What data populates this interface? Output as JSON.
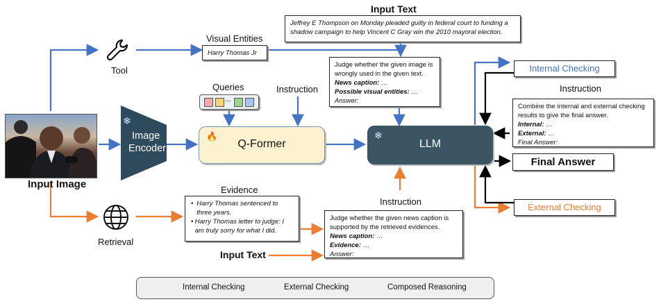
{
  "input_image_label": "Input Image",
  "tool_label": "Tool",
  "retrieval_label": "Retrieval",
  "image_encoder_label": [
    "Image",
    "Encoder"
  ],
  "queries_label": "Queries",
  "qformer_label": "Q-Former",
  "llm_label": "LLM",
  "visual_entities": {
    "title": "Visual Entities",
    "value": "Harry Thomas Jr"
  },
  "input_text_top": {
    "title": "Input Text",
    "text": "Jeffrey E Thompson on Monday pleaded guilty in federal court to funding a shadow campaign to help Vincent C Gray win the 2010 mayoral election."
  },
  "instruction_internal": {
    "title": "Instruction",
    "text": "Judge whether the given image is wrongly used in the given text.",
    "field1": "News caption",
    "field2": "Possible visual entities",
    "answer": "Answer:"
  },
  "evidence": {
    "title": "Evidence",
    "items": [
      "Harry Thomas sentenced to three years.",
      "Harry Thomas letter to judge: I am truly sorry for what I did."
    ]
  },
  "instruction_external": {
    "title": "Instruction",
    "text": "Judge whether the given news caption is supported by the retrieved evidences.",
    "field1": "News caption",
    "field2": "Evidence",
    "answer": "Answer:"
  },
  "input_text_bottom": "Input Text",
  "internal_checking_box": "Internal Checking",
  "external_checking_box": "External Checking",
  "instruction_final": {
    "title": "Instruction",
    "text": "Combine the internal and external checking results to give the final answer.",
    "field1": "Internal",
    "field2": "External",
    "answer": "Final Answer:"
  },
  "final_answer": "Final Answer",
  "ellipsis": "...",
  "legend": {
    "items": [
      {
        "label": "Internal Checking",
        "color": "#4472c4"
      },
      {
        "label": "External Checking",
        "color": "#ed7d31"
      },
      {
        "label": "Composed Reasoning",
        "color": "#000000"
      }
    ]
  },
  "colors": {
    "internal": "#4472c4",
    "external": "#ed7d31",
    "encoder": "#2d4b5a",
    "llm": "#3b5563",
    "qformer": "#fdf2d0"
  }
}
